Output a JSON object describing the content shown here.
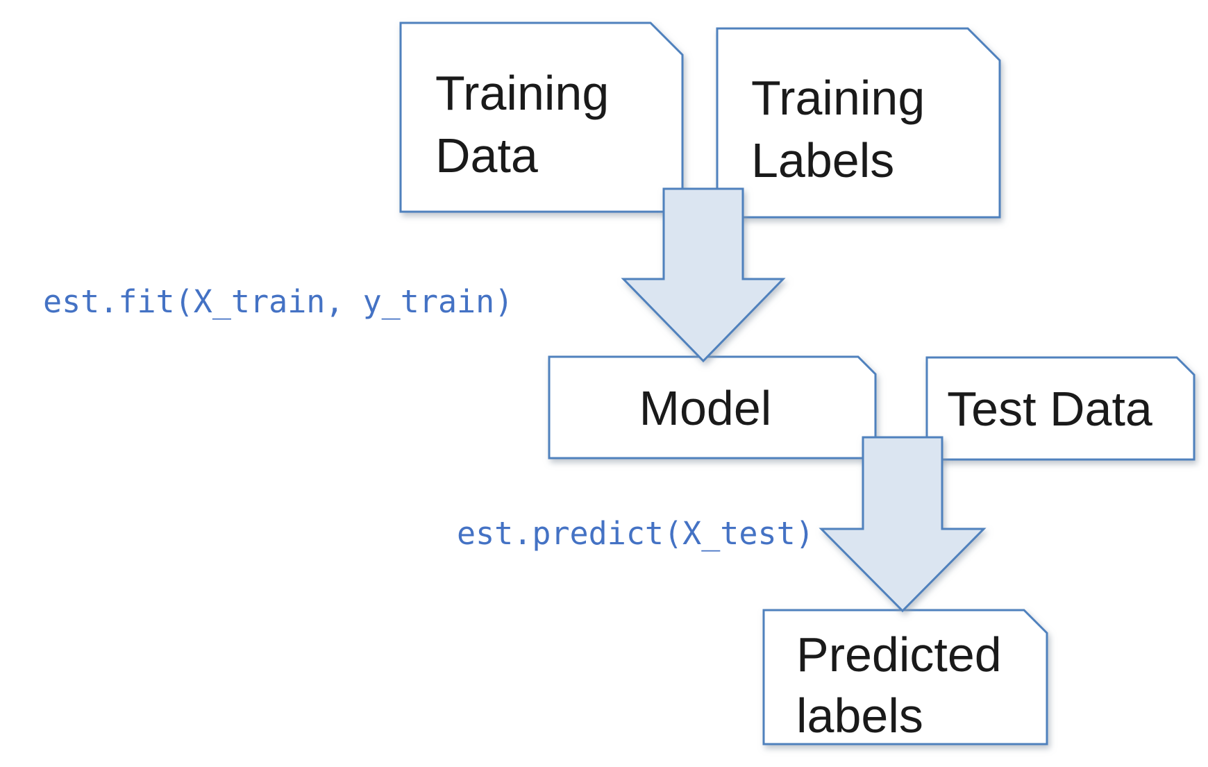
{
  "diagram": {
    "title": "supervised-learning-workflow",
    "colors": {
      "background": "#ffffff",
      "box_fill": "#ffffff",
      "border": "#4f81bd",
      "arrow_fill": "#dbe5f1",
      "code": "#4472c4",
      "label": "#1a1a1a",
      "shadow": "#94a2b0"
    },
    "boxes": {
      "training_data": {
        "line1": "Training",
        "line2": "Data"
      },
      "training_labels": {
        "line1": "Training",
        "line2": "Labels"
      },
      "model": {
        "label": "Model"
      },
      "test_data": {
        "label": "Test Data"
      },
      "predicted_labels": {
        "line1": "Predicted",
        "line2": "labels"
      }
    },
    "code_labels": {
      "fit": "est.fit(X_train, y_train)",
      "predict": "est.predict(X_test)"
    },
    "arrows": {
      "fit_arrow": "down",
      "predict_arrow": "down"
    }
  }
}
